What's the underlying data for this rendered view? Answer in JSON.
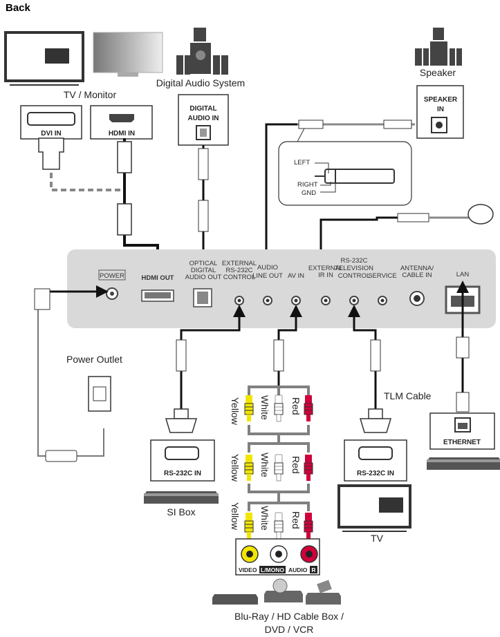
{
  "title": "Back",
  "devices": {
    "tv_monitor": "TV / Monitor",
    "digital_audio_system": "Digital Audio System",
    "speaker": "Speaker",
    "power_outlet": "Power Outlet",
    "si_box": "SI Box",
    "tlm_cable": "TLM Cable",
    "tv": "TV",
    "bluray_line1": "Blu-Ray / HD Cable Box /",
    "bluray_line2": "DVD / VCR"
  },
  "inputs": {
    "dvi_in": "DVI IN",
    "hdmi_in": "HDMI IN",
    "digital_audio_in_1": "DIGITAL",
    "digital_audio_in_2": "AUDIO IN",
    "speaker_in_1": "SPEAKER",
    "speaker_in_2": "IN",
    "rs232c_in_si": "RS-232C IN",
    "rs232c_in_tv": "RS-232C IN",
    "ethernet": "ETHERNET"
  },
  "jack_diagram": {
    "left": "LEFT",
    "right": "RIGHT",
    "gnd": "GND"
  },
  "panel_ports": {
    "power": "POWER",
    "hdmi_out": "HDMI OUT",
    "optical": [
      "OPTICAL",
      "DIGITAL",
      "AUDIO OUT"
    ],
    "ext_rs232c": [
      "EXTERNAL",
      "RS-232C",
      "CONTROL"
    ],
    "audio_line_out": [
      "AUDIO",
      "LINE OUT"
    ],
    "av_in": "AV IN",
    "ext_ir_in": [
      "EXTERNAL",
      "IR IN"
    ],
    "rs232c_tv": [
      "RS-232C",
      "TELEVISION",
      "CONTROL"
    ],
    "service": "SERVICE",
    "antenna": [
      "ANTENNA/",
      "CABLE IN"
    ],
    "lan": "LAN"
  },
  "rca_labels": {
    "yellow": "Yellow",
    "white": "White",
    "red": "Red"
  },
  "av_box": {
    "video": "VIDEO",
    "lmono": "L/MONO",
    "audio": "AUDIO",
    "r": "R"
  },
  "colors": {
    "yellow": "#f2e600",
    "red": "#d0003a",
    "cable": "#808080",
    "panel": "#d9d9d9"
  }
}
